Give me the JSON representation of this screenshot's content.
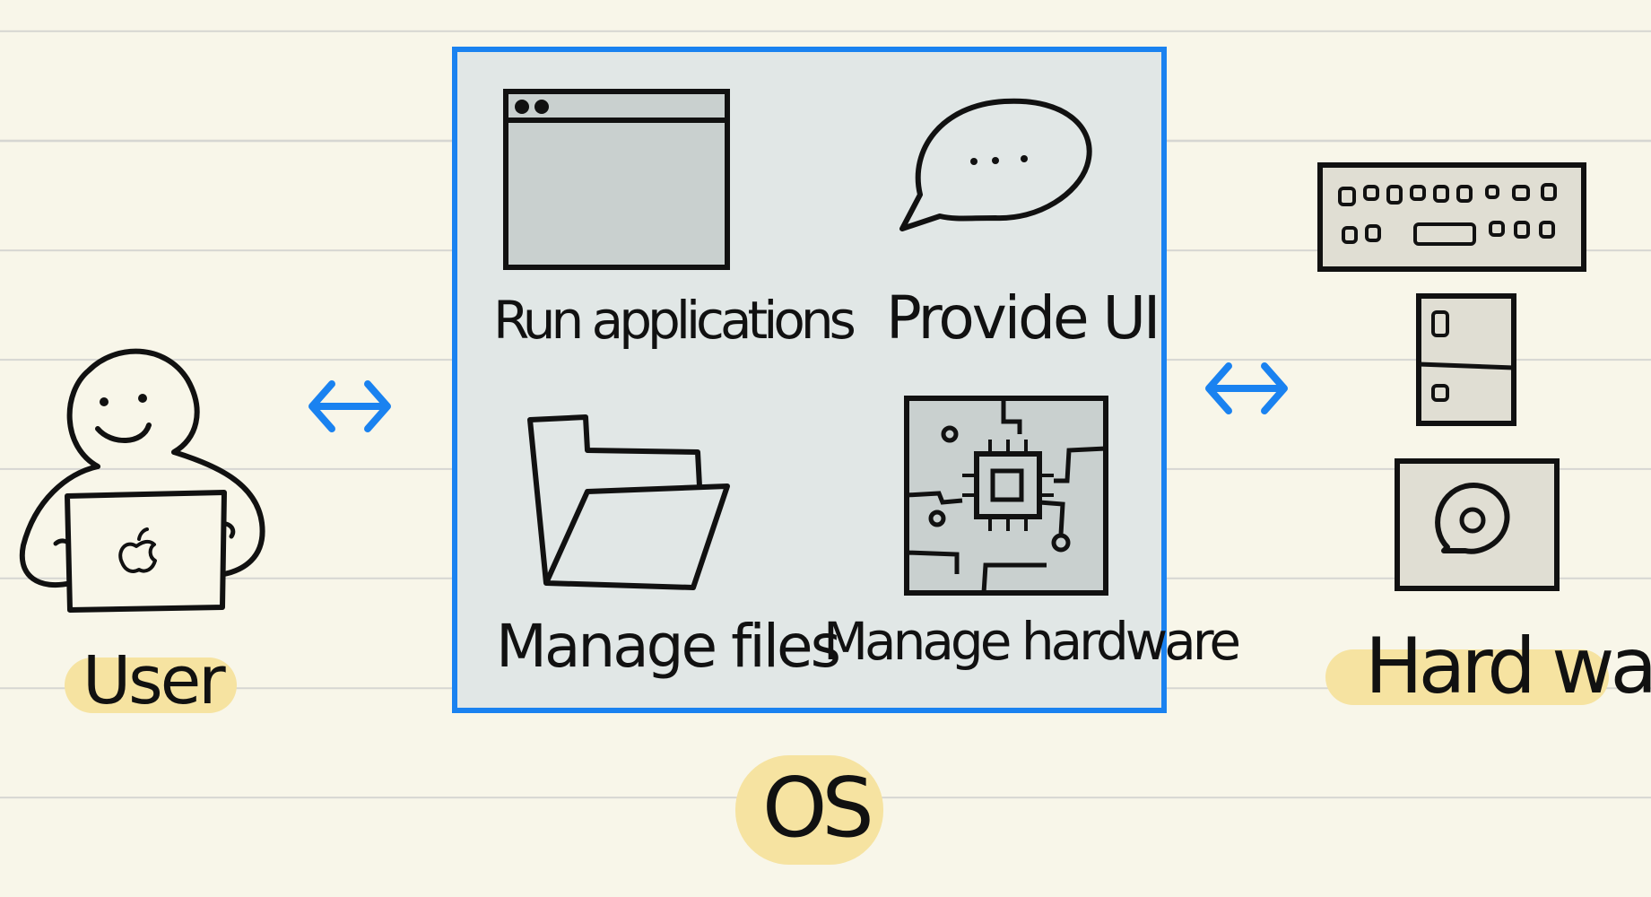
{
  "diagram": {
    "user": {
      "label": "User"
    },
    "os": {
      "label": "OS",
      "functions": [
        {
          "label": "Run applications",
          "icon": "app-window-icon"
        },
        {
          "label": "Provide UI",
          "icon": "speech-bubble-icon"
        },
        {
          "label": "Manage files",
          "icon": "folder-icon"
        },
        {
          "label": "Manage hardware",
          "icon": "circuit-chip-icon"
        }
      ]
    },
    "hardware": {
      "label": "Hard ware",
      "components": [
        {
          "icon": "keyboard-icon"
        },
        {
          "icon": "computer-case-icon"
        },
        {
          "icon": "speaker-icon"
        }
      ]
    },
    "connectors": [
      {
        "icon": "double-arrow-icon"
      },
      {
        "icon": "double-arrow-icon"
      }
    ],
    "colors": {
      "accent": "#1a82f0",
      "highlight": "#f6e3a1",
      "os_fill": "#e1e7e6",
      "paper": "#f8f6e9"
    }
  }
}
